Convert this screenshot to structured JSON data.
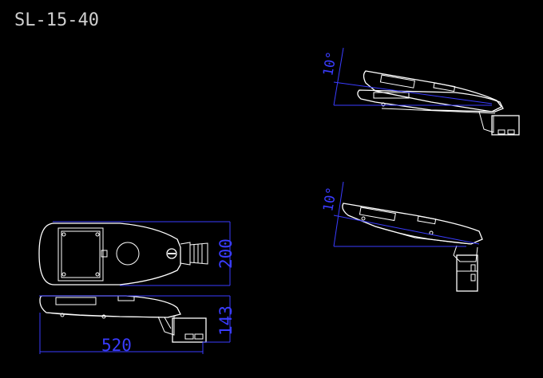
{
  "drawing": {
    "title": "SL-15-40",
    "dimensions": {
      "width": "200",
      "height": "143",
      "length": "520"
    },
    "angle_labels": {
      "top_side_view": "10°",
      "lower_side_view": "10°"
    },
    "colors": {
      "background": "#000000",
      "outline": "#ffffff",
      "dimension": "#3a3cff"
    }
  }
}
